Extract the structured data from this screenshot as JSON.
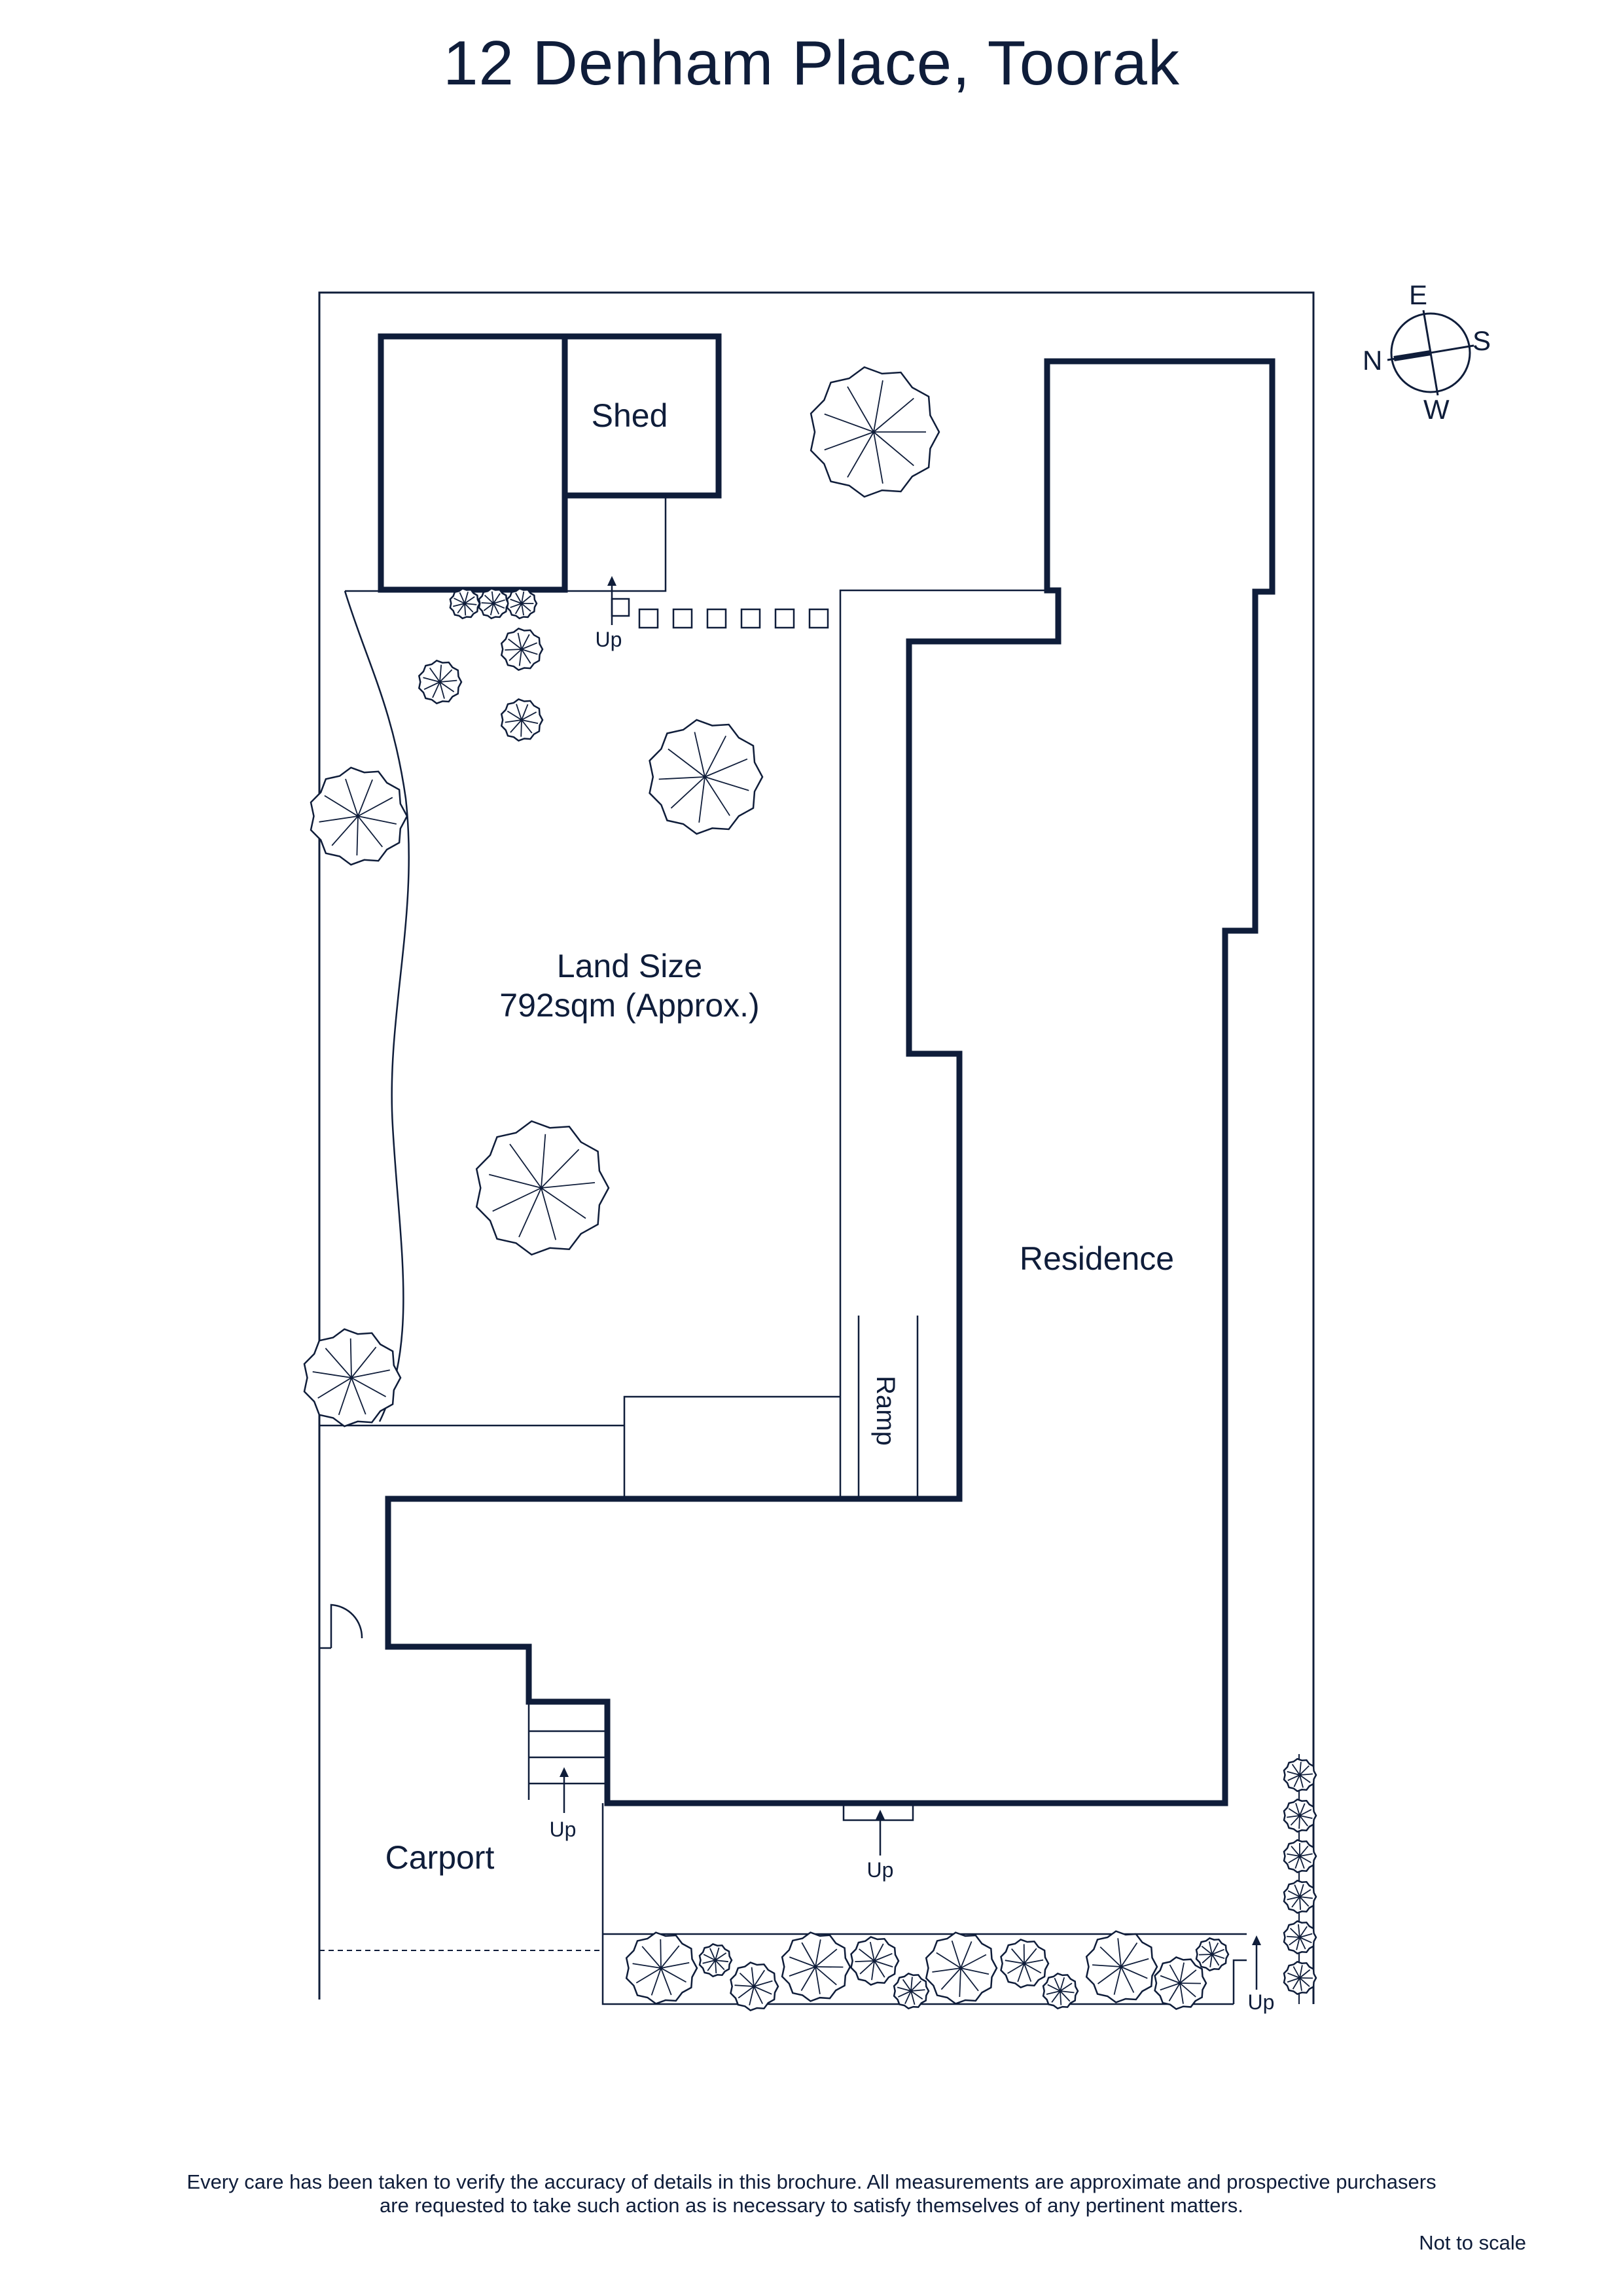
{
  "title": "12 Denham Place, Toorak",
  "compass": {
    "n": "N",
    "e": "E",
    "s": "S",
    "w": "W"
  },
  "labels": {
    "shed": "Shed",
    "land_size_title": "Land Size",
    "land_size_value": "792sqm (Approx.)",
    "residence": "Residence",
    "ramp": "Ramp",
    "carport": "Carport",
    "up": "Up"
  },
  "footer": {
    "disclaimer_line1": "Every care has been taken to verify the accuracy of details in this brochure.  All measurements are approximate and prospective purchasers",
    "disclaimer_line2": "are requested to take such action as is necessary to satisfy themselves of any pertinent matters.",
    "scale_note": "Not to scale"
  },
  "colors": {
    "ink": "#0f1d3a",
    "background": "#ffffff"
  }
}
